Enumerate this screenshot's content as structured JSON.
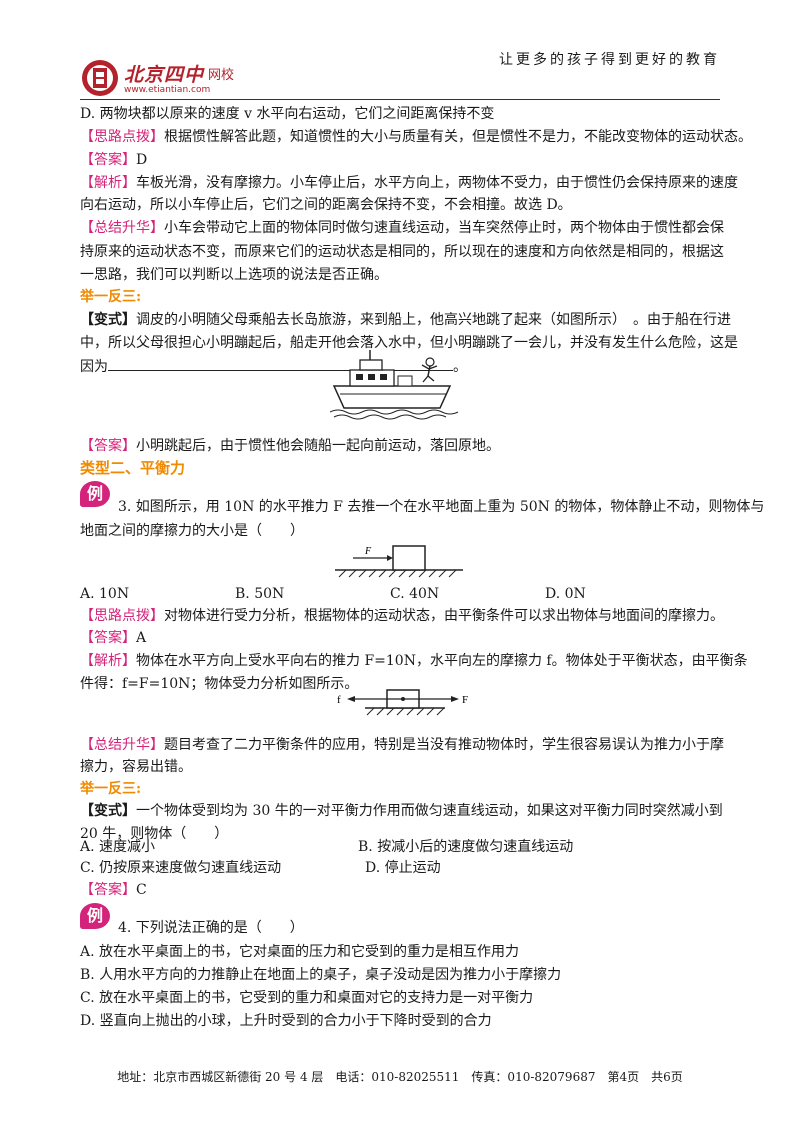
{
  "header": {
    "slogan": "让更多的孩子得到更好的教育",
    "logo_text": "北京四中",
    "logo_sub": "网校",
    "logo_url": "www.etiantian.com"
  },
  "lines": {
    "q2_optD": "D. 两物块都以原来的速度 v 水平向右运动，它们之间距离保持不变",
    "hint_tag": "【思路点拨】",
    "hint1": "根据惯性解答此题，知道惯性的大小与质量有关，但是惯性不是力，不能改变物体的运动状态。",
    "answer_tag": "【答案】",
    "ans1": "D",
    "analysis_tag": "【解析】",
    "analysis1_a": "车板光滑，没有摩擦力。小车停止后，水平方向上，两物体不受力，由于惯性仍会保持原来的速度",
    "analysis1_b": "向右运动，所以小车停止后，它们之间的距离会保持不变，不会相撞。故选 D。",
    "summary_tag": "【总结升华】",
    "summary1_a": "小车会带动它上面的物体同时做匀速直线运动，当车突然停止时，两个物体由于惯性都会保",
    "summary1_b": "持原来的运动状态不变，而原来它们的运动状态是相同的，所以现在的速度和方向依然是相同的，根据这",
    "summary1_c": "一思路，我们可以判断以上选项的说法是否正确。",
    "practice": "举一反三:",
    "variant_tag": "【变式】",
    "variant1_a": "调皮的小明随父母乘船去长岛旅游，来到船上，他高兴地跳了起来（如图所示）　。由于船在行进",
    "variant1_b": "中，所以父母很担心小明蹦起后，船走开他会落入水中，但小明蹦跳了一会儿，并没有发生什么危险，这是",
    "variant1_c": "因为",
    "variant1_end": "。",
    "ans_v1": "小明跳起后，由于惯性他会随船一起向前运动，落回原地。",
    "type2": "类型二、平衡力",
    "ex_badge": "例",
    "q3_a": "3. 如图所示，用 10N 的水平推力 F 去推一个在水平地面上重为 50N 的物体，物体静止不动，则物体与",
    "q3_b": "地面之间的摩擦力的大小是（　　）",
    "q3_optA": "A. 10N",
    "q3_optB": "B. 50N",
    "q3_optC": "C. 40N",
    "q3_optD": "D. 0N",
    "hint3": "对物体进行受力分析，根据物体的运动状态，由平衡条件可以求出物体与地面间的摩擦力。",
    "ans3": "A",
    "analysis3_a": "物体在水平方向上受水平向右的推力 F=10N，水平向左的摩擦力 f。物体处于平衡状态，由平衡条",
    "analysis3_b": "件得：f=F=10N；物体受力分析如图所示。",
    "summary3_a": "题目考查了二力平衡条件的应用，特别是当没有推动物体时，学生很容易误认为推力小于摩",
    "summary3_b": "擦力，容易出错。",
    "variant2_a": "一个物体受到均为 30 牛的一对平衡力作用而做匀速直线运动，如果这对平衡力同时突然减小到",
    "variant2_b": "20 牛，则物体（　　）",
    "v2_optA": "A. 速度减小",
    "v2_optB": "B. 按减小后的速度做匀速直线运动",
    "v2_optC": "C. 仍按原来速度做匀速直线运动",
    "v2_optD": "D. 停止运动",
    "ans_v2": "C",
    "q4": "4. 下列说法正确的是（　　）",
    "q4_optA": "A. 放在水平桌面上的书，它对桌面的压力和它受到的重力是相互作用力",
    "q4_optB": "B. 人用水平方向的力推静止在地面上的桌子，桌子没动是因为推力小于摩擦力",
    "q4_optC": "C. 放在水平桌面上的书，它受到的重力和桌面对它的支持力是一对平衡力",
    "q4_optD": "D. 竖直向上抛出的小球，上升时受到的合力小于下降时受到的合力"
  },
  "figures": {
    "push_label_F": "F",
    "fbd_label_f": "f",
    "fbd_label_F": "F"
  },
  "footer": {
    "address": "地址：北京市西城区新德街 20 号 4 层　电话：010-82025511　传真：010-82079687　第4页　共6页"
  },
  "colors": {
    "tag": "#d4237a",
    "heading": "#f08a00",
    "logo": "#b4222b"
  }
}
